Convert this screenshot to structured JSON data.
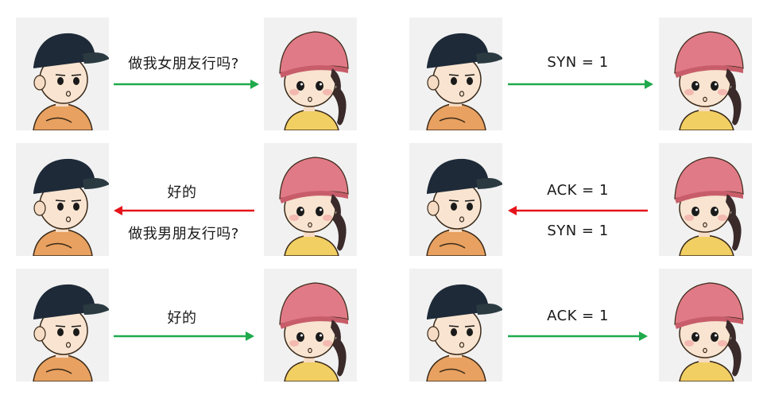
{
  "colors": {
    "forward_arrow": "#1faa4c",
    "back_arrow": "#e5141a",
    "boy_cap": "#1e2a38",
    "girl_cap": "#e07a86",
    "boy_shirt": "#e8a160",
    "girl_shirt": "#f2cf63"
  },
  "left_column": {
    "row1_label": "做我女朋友行吗?",
    "row2_label_top": "好的",
    "row2_label_bottom": "做我男朋友行吗?",
    "row3_label": "好的"
  },
  "right_column": {
    "row1_label": "SYN = 1",
    "row2_label_top": "ACK = 1",
    "row2_label_bottom": "SYN = 1",
    "row3_label": "ACK = 1"
  },
  "characters": {
    "boy_icon": "boy-cartoon-icon",
    "girl_icon": "girl-cartoon-icon"
  }
}
